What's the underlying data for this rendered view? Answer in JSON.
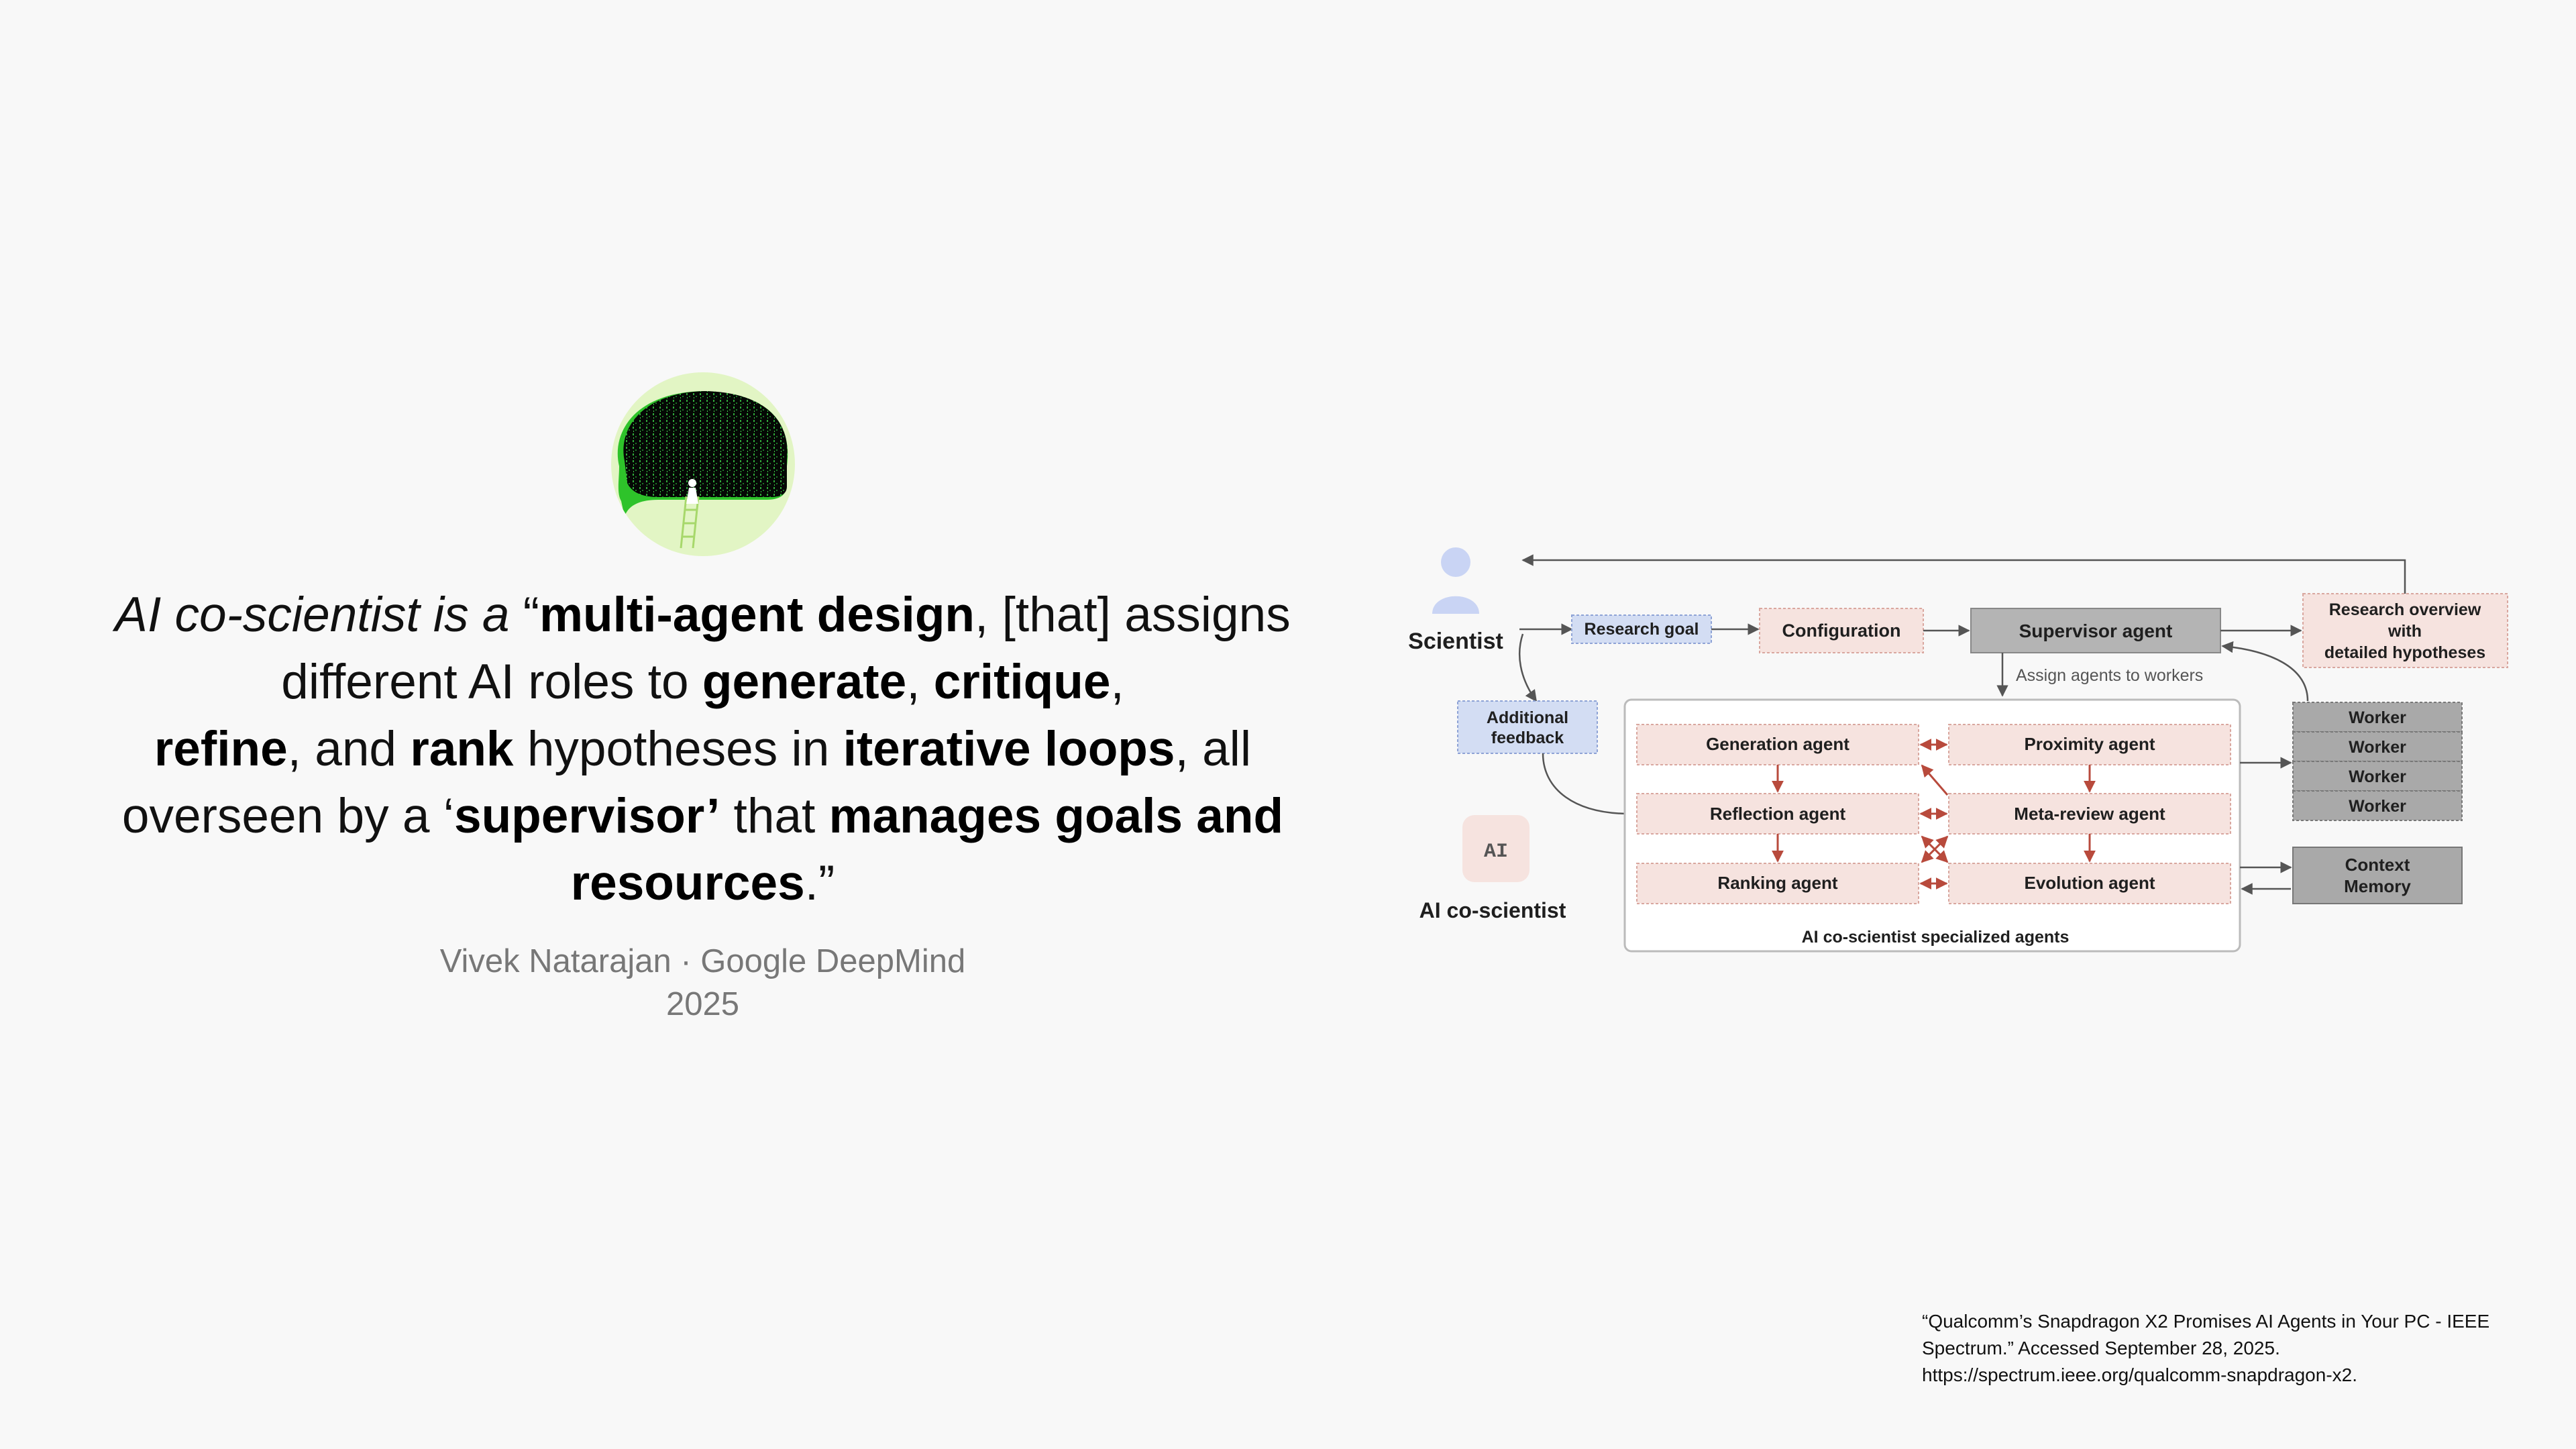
{
  "quote": {
    "part_1_italic": "AI co-scientist is a",
    "part_2": " “",
    "part_3_bold": "multi-agent design",
    "part_4": ", [that] assigns different AI roles to ",
    "part_5_bold": "generate",
    "part_6": ", ",
    "part_7_bold": "critique",
    "part_8": ", ",
    "part_9_bold": "refine",
    "part_10": ", and ",
    "part_11_bold": "rank",
    "part_12": " hypotheses in ",
    "part_13_bold": "iterative loops",
    "part_14": ", all overseen by a ‘",
    "part_15_bold": "supervisor’",
    "part_16": " that ",
    "part_17_bold": "manages goals and resources",
    "part_18": ".”"
  },
  "attribution": {
    "author": "Vivek Natarajan · Google DeepMind",
    "year": "2025"
  },
  "diagram": {
    "scientist_label": "Scientist",
    "research_goal": "Research goal",
    "configuration": "Configuration",
    "supervisor_agent": "Supervisor agent",
    "research_overview_line1": "Research overview",
    "research_overview_line2": "with",
    "research_overview_line3": "detailed hypotheses",
    "assign_agents": "Assign agents to workers",
    "additional_feedback_line1": "Additional",
    "additional_feedback_line2": "feedback",
    "ai_badge": "AI",
    "ai_coscientist_label": "AI co-scientist",
    "agents": {
      "generation": "Generation agent",
      "proximity": "Proximity  agent",
      "reflection": "Reflection agent",
      "meta_review": "Meta-review agent",
      "ranking": "Ranking agent",
      "evolution": "Evolution agent"
    },
    "specialized_agents_caption": "AI co-scientist specialized agents",
    "workers": [
      "Worker",
      "Worker",
      "Worker",
      "Worker"
    ],
    "context_memory_line1": "Context",
    "context_memory_line2": "Memory",
    "colors": {
      "agent_fill": "#f6e3df",
      "agent_border": "#d9a79f",
      "arrow_red": "#b84a3c",
      "supervisor_fill": "#b4b4b4",
      "worker_fill": "#a9a9a9",
      "research_goal_fill": "#d3ddf3",
      "scientist_icon": "#c9d4f4"
    }
  },
  "citation": {
    "text": "“Qualcomm’s Snapdragon X2 Promises AI Agents in Your PC - IEEE Spectrum.” Accessed September 28, 2025. https://spectrum.ieee.org/qualcomm-snapdragon-x2."
  }
}
